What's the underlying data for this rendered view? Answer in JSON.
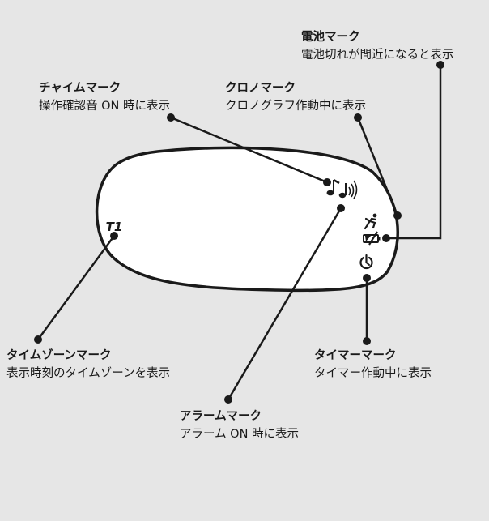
{
  "callouts": {
    "battery": {
      "title": "電池マーク",
      "desc": "電池切れが間近になると表示"
    },
    "chime": {
      "title": "チャイムマーク",
      "desc": "操作確認音 ON 時に表示"
    },
    "chrono": {
      "title": "クロノマーク",
      "desc": "クロノグラフ作動中に表示"
    },
    "timezone": {
      "title": "タイムゾーンマーク",
      "desc": "表示時刻のタイムゾーンを表示"
    },
    "timer": {
      "title": "タイマーマーク",
      "desc": "タイマー作動中に表示"
    },
    "alarm": {
      "title": "アラームマーク",
      "desc": "アラーム ON 時に表示"
    }
  },
  "display": {
    "timezone_indicator": "T1",
    "icons": {
      "chime": "music-note-icon",
      "alarm": "alarm-waves-icon",
      "chrono": "running-person-icon",
      "battery": "battery-low-icon",
      "timer": "timer-power-icon"
    }
  },
  "colors": {
    "background": "#e6e6e6",
    "ink": "#1a1a1a",
    "display_fill": "#ffffff"
  }
}
